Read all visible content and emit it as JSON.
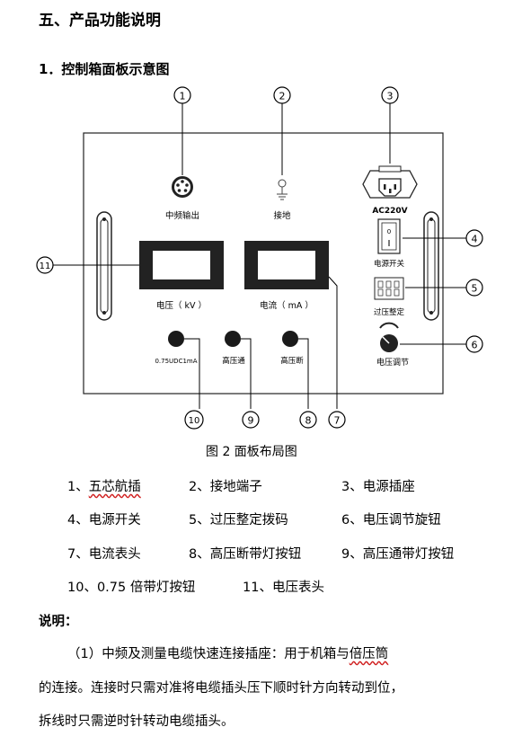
{
  "section_title": "五、产品功能说明",
  "subsection_title": "1．控制箱面板示意图",
  "figure": {
    "callouts": [
      "1",
      "2",
      "3",
      "4",
      "5",
      "6",
      "7",
      "8",
      "9",
      "10",
      "11"
    ],
    "labels": {
      "aviation_plug": "中频输出",
      "ground": "接地",
      "power_socket": "AC220V",
      "power_switch": "电源开关",
      "overvoltage": "过压整定",
      "voltage_adjust": "电压调节",
      "voltmeter": "电压（ kV ）",
      "ammeter": "电流（ mA ）",
      "btn_075": "0.75UDC1mA",
      "btn_hv_on": "高压通",
      "btn_hv_off": "高压断"
    },
    "caption": "图 2  面板布局图"
  },
  "legend": {
    "row1": [
      "1、",
      "五芯航插",
      "2、接地端子",
      "3、电源插座"
    ],
    "row2": [
      "4、电源开关",
      "5、过压整定拨码",
      "6、电压调节旋钮"
    ],
    "row3": [
      "7、电流表头",
      "8、高压断带灯按钮",
      "9、高压通带灯按钮"
    ],
    "row4": [
      "10、0.75 倍带灯按钮",
      "11、电压表头"
    ]
  },
  "notes": {
    "heading": "说明：",
    "para1_line1": "（1）中频及测量电缆快速连接插座：用于机箱与",
    "para1_line1_wavy": "倍压筒",
    "para1_line2": "的连接。连接时只需对准将电缆插头压下顺时针方向转动到位，",
    "para1_line3": "拆线时只需逆时针转动电缆插头。"
  }
}
